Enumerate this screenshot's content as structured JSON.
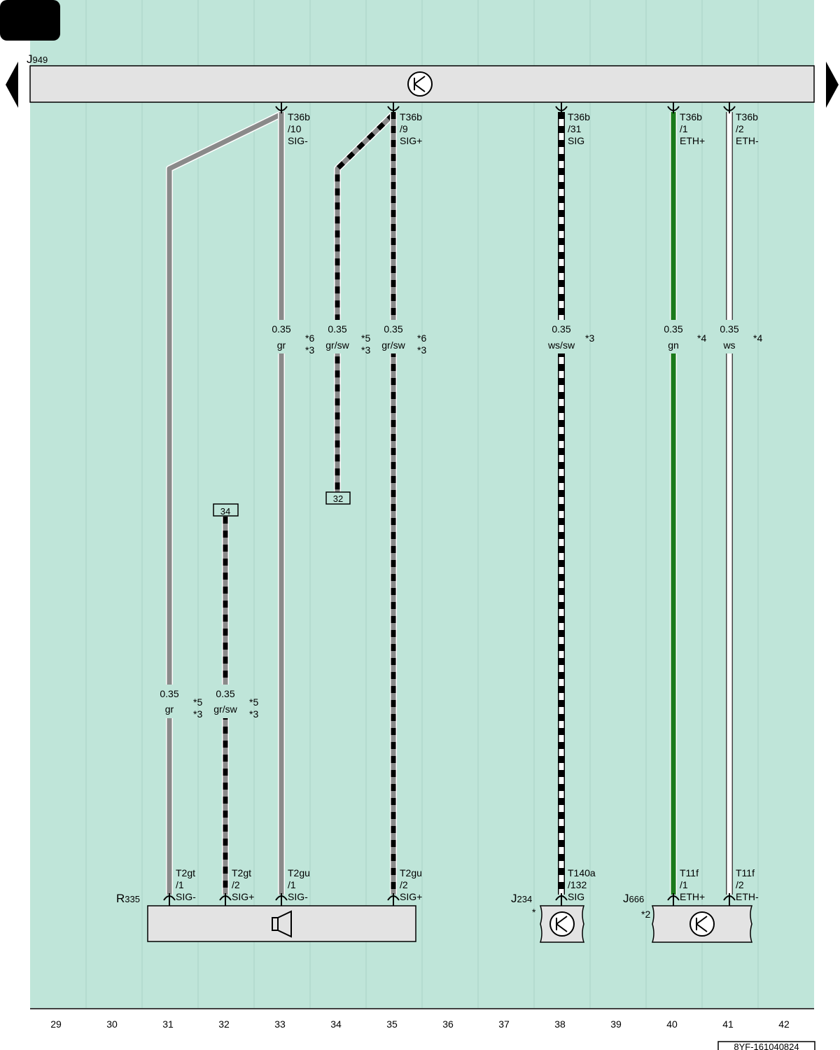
{
  "diagram": {
    "top_unit": {
      "name": "J",
      "sub": "949"
    },
    "bottom_units": {
      "r335": {
        "name": "R",
        "sub": "335"
      },
      "j234": {
        "name": "J",
        "sub": "234",
        "note": "*"
      },
      "j666": {
        "name": "J",
        "sub": "666",
        "note": "*2"
      }
    },
    "columns": [
      "29",
      "30",
      "31",
      "32",
      "33",
      "34",
      "35",
      "36",
      "37",
      "38",
      "39",
      "40",
      "41",
      "42"
    ],
    "doc_number": "8YF-161040824",
    "colors": {
      "background": "#bfe5d9",
      "panel": "#e3e3e3",
      "gray_wire": "#8a8a8a",
      "green_wire": "#1a7a1a"
    },
    "top_pins": [
      {
        "l1": "T36b",
        "l2": "/10",
        "l3": "SIG-"
      },
      {
        "l1": "T36b",
        "l2": "/9",
        "l3": "SIG+"
      },
      {
        "l1": "T36b",
        "l2": "/31",
        "l3": "SIG"
      },
      {
        "l1": "T36b",
        "l2": "/1",
        "l3": "ETH+"
      },
      {
        "l1": "T36b",
        "l2": "/2",
        "l3": "ETH-"
      }
    ],
    "bottom_pins": [
      {
        "l1": "T2gt",
        "l2": "/1",
        "l3": "SIG-"
      },
      {
        "l1": "T2gt",
        "l2": "/2",
        "l3": "SIG+"
      },
      {
        "l1": "T2gu",
        "l2": "/1",
        "l3": "SIG-"
      },
      {
        "l1": "T2gu",
        "l2": "/2",
        "l3": "SIG+"
      },
      {
        "l1": "T140a",
        "l2": "/132",
        "l3": "SIG"
      },
      {
        "l1": "T11f",
        "l2": "/1",
        "l3": "ETH+"
      },
      {
        "l1": "T11f",
        "l2": "/2",
        "l3": "ETH-"
      }
    ],
    "wire_labels": [
      {
        "size": "0.35",
        "color": "gr",
        "n1": "*6",
        "n2": "*3"
      },
      {
        "size": "0.35",
        "color": "gr/sw",
        "n1": "*5",
        "n2": "*3"
      },
      {
        "size": "0.35",
        "color": "gr/sw",
        "n1": "*6",
        "n2": "*3"
      },
      {
        "size": "0.35",
        "color": "ws/sw",
        "n1": "*3",
        "n2": ""
      },
      {
        "size": "0.35",
        "color": "gn",
        "n1": "*4",
        "n2": ""
      },
      {
        "size": "0.35",
        "color": "ws",
        "n1": "*4",
        "n2": ""
      },
      {
        "size": "0.35",
        "color": "gr",
        "n1": "*5",
        "n2": "*3"
      },
      {
        "size": "0.35",
        "color": "gr/sw",
        "n1": "*5",
        "n2": "*3"
      }
    ],
    "refs": {
      "ref_32": "32",
      "ref_34": "34"
    }
  }
}
